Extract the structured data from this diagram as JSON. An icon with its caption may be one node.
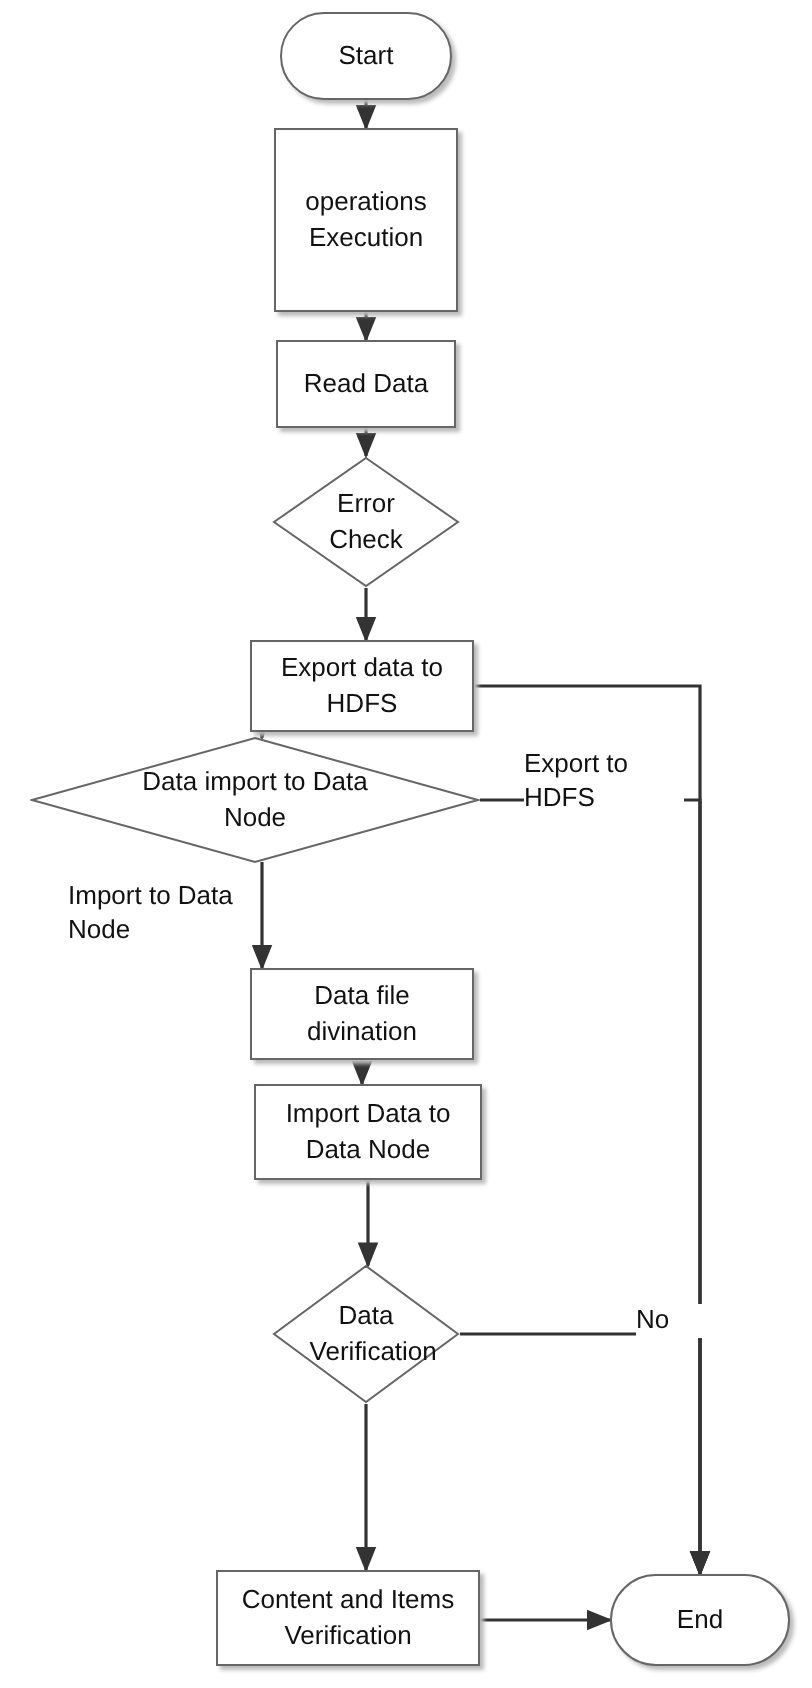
{
  "diagram": {
    "nodes": [
      {
        "text": [
          "Start"
        ]
      },
      {
        "text": [
          "operations Execution"
        ]
      },
      {
        "text": [
          "Read Data"
        ]
      },
      {
        "text": [
          "Error Check"
        ]
      },
      {
        "text": [
          "Export data to HDFS"
        ]
      },
      {
        "text": [
          "Data import to Data Node"
        ]
      },
      {
        "text": [
          "Data file divination"
        ]
      },
      {
        "text": [
          "Import Data to Data Node"
        ]
      },
      {
        "text": [
          "Data Verification"
        ]
      },
      {
        "text": [
          "Content and Items Verification"
        ]
      },
      {
        "text": [
          "End"
        ]
      }
    ],
    "edges": [
      {
        "from": 0,
        "to": 1,
        "arrow": "to"
      },
      {
        "from": 1,
        "to": 2,
        "arrow": "to"
      },
      {
        "from": 2,
        "to": 3,
        "arrow": "to"
      },
      {
        "from": 3,
        "to": 4,
        "arrow": "to"
      },
      {
        "from": 4,
        "to": 5,
        "arrow": "to"
      },
      {
        "from": 5,
        "to": 6,
        "arrow": "to",
        "label": "Import to Data Node"
      },
      {
        "from": 6,
        "to": 7,
        "arrow": "to"
      },
      {
        "from": 7,
        "to": 8,
        "arrow": "to"
      },
      {
        "from": 8,
        "to": 9,
        "arrow": "to"
      },
      {
        "from": 9,
        "to": 10,
        "arrow": "to"
      },
      {
        "from": 4,
        "to": 10,
        "arrow": "to"
      },
      {
        "from": 5,
        "to": 10,
        "arrow": "to",
        "label": "Export to HDFS"
      },
      {
        "from": 8,
        "to": 10,
        "arrow": "to",
        "label": "No"
      }
    ]
  }
}
